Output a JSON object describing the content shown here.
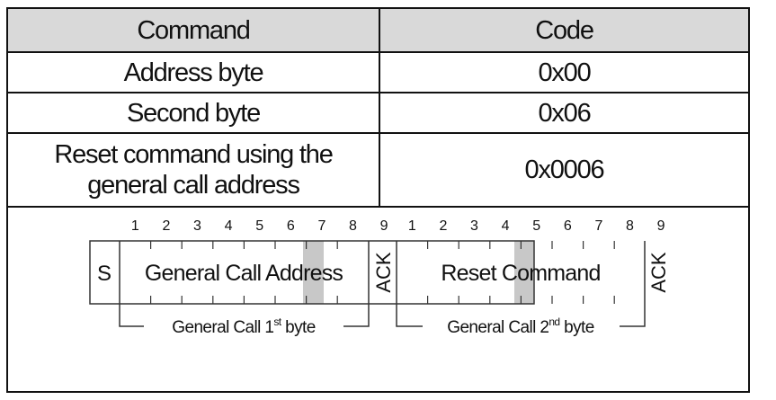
{
  "table": {
    "headers": [
      "Command",
      "Code"
    ],
    "rows": [
      {
        "command": "Address byte",
        "code": "0x00"
      },
      {
        "command": "Second byte",
        "code": "0x06"
      },
      {
        "command_line1": "Reset command using the",
        "command_line2": "general call address",
        "code": "0x0006"
      }
    ]
  },
  "diagram": {
    "bit_numbers_1": [
      "1",
      "2",
      "3",
      "4",
      "5",
      "6",
      "7",
      "8",
      "9"
    ],
    "bit_numbers_2": [
      "1",
      "2",
      "3",
      "4",
      "5",
      "6",
      "7",
      "8",
      "9"
    ],
    "start": "S",
    "field1": "General Call Address",
    "ack1": "ACK",
    "field2": "Reset Command",
    "ack2": "ACK",
    "bracket1_pre": "General Call 1",
    "bracket1_sup": "st",
    "bracket1_post": " byte",
    "bracket2_pre": "General Call 2",
    "bracket2_sup": "nd",
    "bracket2_post": " byte",
    "ack_fill": "#c8c8c8",
    "header_fill": "#d9d9d9"
  }
}
